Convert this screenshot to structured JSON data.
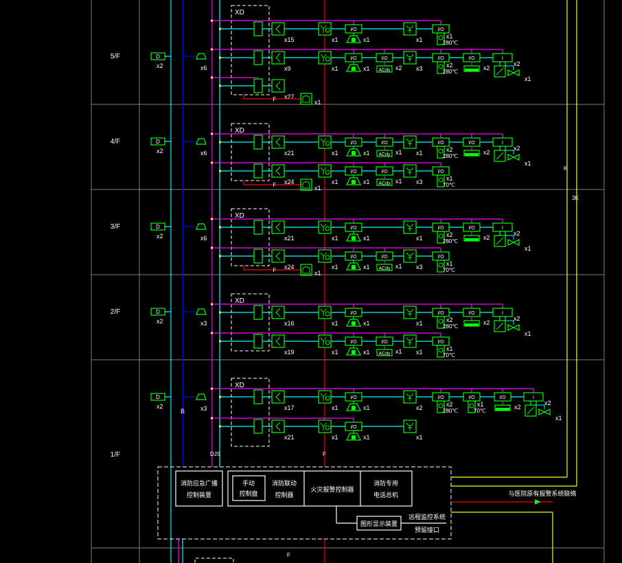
{
  "colors": {
    "background": "#000000",
    "grid": "#808080",
    "device": "#00ff00",
    "signal": "#00ffff",
    "power": "#ff00ff",
    "broadcast": "#0000ff",
    "phone": "#ff0000",
    "link": "#ffff00",
    "text": "#ffffff"
  },
  "riser_labels": {
    "broadcast": "B",
    "signal_power": "DJS",
    "phone": "F",
    "phone_bottom": "F",
    "link_k": "K",
    "link_3k": "3K"
  },
  "floors": [
    {
      "label": "5/F",
      "detector": {
        "symbol": "D",
        "count": "x2"
      },
      "speaker": {
        "count": "x6"
      },
      "panel_label": "XD",
      "rows": [
        {
          "devices": [
            {
              "type": "smoke",
              "count": "x15"
            },
            {
              "type": "hydrant",
              "count": "x1"
            },
            {
              "type": "bell",
              "io": "I/O",
              "count": "x1"
            },
            {
              "type": "manual",
              "count": "x1"
            },
            {
              "type": "damper",
              "io": "I/O",
              "count": "x1",
              "temp": "280℃"
            }
          ]
        },
        {
          "devices": [
            {
              "type": "smoke",
              "count": "x9"
            },
            {
              "type": "hydrant",
              "count": "x1"
            },
            {
              "type": "bell",
              "io": "I/O",
              "count": "x1"
            },
            {
              "type": "acdy",
              "io": "I/O",
              "label": "ACdy",
              "count": "x2"
            },
            {
              "type": "manual",
              "count": "x3"
            },
            {
              "type": "damper",
              "io": "I/O",
              "count": "x2",
              "temp": "280℃"
            },
            {
              "type": "pump",
              "io": "I/O",
              "count": "x2"
            },
            {
              "type": "flow",
              "io": "I",
              "count": "x2",
              "count2": "x1"
            }
          ]
        },
        {
          "devices": [
            {
              "type": "smoke",
              "count": "x27"
            }
          ],
          "phone": {
            "count": "x1",
            "label": "F"
          }
        }
      ]
    },
    {
      "label": "4/F",
      "detector": {
        "symbol": "D",
        "count": "x2"
      },
      "speaker": {
        "count": "x6"
      },
      "panel_label": "XD",
      "rows": [
        {
          "devices": [
            {
              "type": "smoke",
              "count": "x21"
            },
            {
              "type": "hydrant",
              "count": "x1"
            },
            {
              "type": "bell",
              "io": "I/O",
              "count": "x1"
            },
            {
              "type": "acdy",
              "io": "I/O",
              "label": "ACdy",
              "count": "x1"
            },
            {
              "type": "manual",
              "count": "x1"
            },
            {
              "type": "damper",
              "io": "I/O",
              "count": "x2",
              "temp": "280℃"
            },
            {
              "type": "pump",
              "io": "I/O",
              "count": "x2"
            },
            {
              "type": "flow",
              "io": "I",
              "count": "x2",
              "count2": "x1"
            }
          ]
        },
        {
          "devices": [
            {
              "type": "smoke",
              "count": "x24"
            },
            {
              "type": "hydrant",
              "count": "x1"
            },
            {
              "type": "bell",
              "io": "I/O",
              "count": "x1"
            },
            {
              "type": "acdy",
              "io": "I/O",
              "label": "ACdy",
              "count": "x1"
            },
            {
              "type": "manual",
              "count": "x3"
            },
            {
              "type": "damper",
              "io": "I/O",
              "count": "x1",
              "temp": "70℃"
            }
          ],
          "phone": {
            "count": "x1",
            "label": "F"
          }
        }
      ]
    },
    {
      "label": "3/F",
      "detector": {
        "symbol": "D",
        "count": "x2"
      },
      "speaker": {
        "count": "x6"
      },
      "panel_label": "XD",
      "rows": [
        {
          "devices": [
            {
              "type": "smoke",
              "count": "x21"
            },
            {
              "type": "hydrant",
              "count": "x1"
            },
            {
              "type": "bell",
              "io": "I/O",
              "count": "x1"
            },
            {
              "type": "manual",
              "count": "x1"
            },
            {
              "type": "damper",
              "io": "I/O",
              "count": "x2",
              "temp": "280℃"
            },
            {
              "type": "pump",
              "io": "I/O",
              "count": "x2"
            },
            {
              "type": "flow",
              "io": "I",
              "count": "x2",
              "count2": "x1"
            }
          ]
        },
        {
          "devices": [
            {
              "type": "smoke",
              "count": "x24"
            },
            {
              "type": "hydrant",
              "count": "x1"
            },
            {
              "type": "bell",
              "io": "I/O",
              "count": "x1"
            },
            {
              "type": "acdy",
              "io": "I/O",
              "label": "ACdy",
              "count": "x1"
            },
            {
              "type": "manual",
              "count": "x3"
            },
            {
              "type": "damper",
              "io": "I/O",
              "count": "x1",
              "temp": "70℃"
            }
          ],
          "phone": {
            "count": "x1",
            "label": "F"
          }
        }
      ]
    },
    {
      "label": "2/F",
      "detector": {
        "symbol": "D",
        "count": "x2"
      },
      "speaker": {
        "count": "x3"
      },
      "panel_label": "XD",
      "rows": [
        {
          "devices": [
            {
              "type": "smoke",
              "count": "x16"
            },
            {
              "type": "hydrant",
              "count": "x1"
            },
            {
              "type": "bell",
              "io": "I/O",
              "count": "x1"
            },
            {
              "type": "manual",
              "count": "x1"
            },
            {
              "type": "damper",
              "io": "I/O",
              "count": "x2",
              "temp": "280℃"
            },
            {
              "type": "pump",
              "io": "I/O",
              "count": "x2"
            },
            {
              "type": "flow",
              "io": "I",
              "count": "x2",
              "count2": "x1"
            }
          ]
        },
        {
          "devices": [
            {
              "type": "smoke",
              "count": "x19"
            },
            {
              "type": "hydrant",
              "count": "x1"
            },
            {
              "type": "bell",
              "io": "I/O",
              "count": "x1"
            },
            {
              "type": "acdy",
              "io": "I/O",
              "label": "ACdy",
              "count": "x1"
            },
            {
              "type": "manual",
              "count": "x1"
            },
            {
              "type": "damper",
              "io": "I/O",
              "count": "x1",
              "temp": "70℃"
            }
          ]
        }
      ]
    },
    {
      "label": "1/F",
      "detector": {
        "symbol": "D",
        "count": "x2"
      },
      "speaker": {
        "count": "x3"
      },
      "panel_label": "XD",
      "rows": [
        {
          "devices": [
            {
              "type": "smoke",
              "count": "x17"
            },
            {
              "type": "hydrant",
              "count": "x1"
            },
            {
              "type": "bell",
              "io": "I/O",
              "count": "x1"
            },
            {
              "type": "manual",
              "count": "x2"
            },
            {
              "type": "damper",
              "io": "I/O",
              "count": "x2",
              "temp": "280℃"
            },
            {
              "type": "damper",
              "io": "I/O",
              "count": "x1",
              "temp": "70℃"
            },
            {
              "type": "pump",
              "io": "I/O",
              "count": "x2"
            },
            {
              "type": "flow",
              "io": "I",
              "count": "x2",
              "count2": "x1"
            }
          ]
        },
        {
          "devices": [
            {
              "type": "smoke",
              "count": "x21"
            },
            {
              "type": "hydrant",
              "count": "x1"
            },
            {
              "type": "bell",
              "io": "I/O",
              "count": "x1"
            },
            {
              "type": "manual",
              "count": "x1"
            }
          ]
        }
      ]
    }
  ],
  "control_room": {
    "broadcast_controller": [
      "消防应急广播",
      "控制装置"
    ],
    "manual_panel": [
      "手动",
      "控制盘"
    ],
    "linkage_controller": [
      "消防联动",
      "控制器"
    ],
    "alarm_controller": "火灾报警控制器",
    "telephone_host": [
      "消防专用",
      "电话总机"
    ],
    "graphic_display": "图形显示装置",
    "remote_monitoring": "远程监控系统",
    "reserved_interface": "预留接口",
    "hospital_link": "与医院原有报警系统联络"
  }
}
